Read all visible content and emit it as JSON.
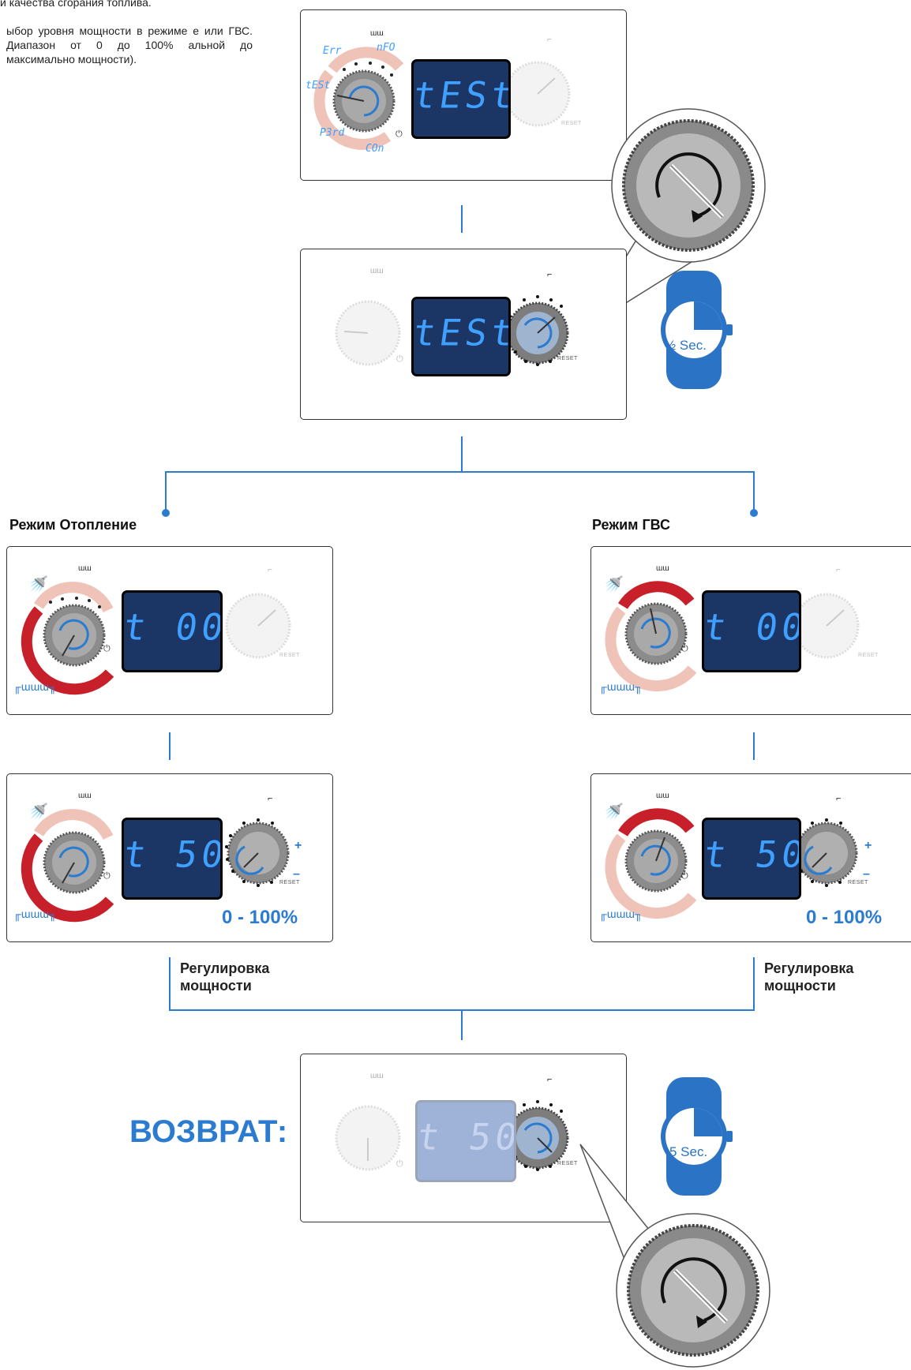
{
  "intro": {
    "line1": "и качества сгорания топлива.",
    "line2": "ыбор уровня мощности в режиме е или ГВС. Диапазон от 0 до 100% альной до максимально мощности)."
  },
  "top_panel": {
    "display": "tESt",
    "knob_labels": {
      "err": "Err",
      "info": "nFO",
      "test": "tESt",
      "pard": "P3rd",
      "con": "COn"
    },
    "reset_label": "RESET"
  },
  "second_panel": {
    "display": "tESt",
    "reset_label": "RESET"
  },
  "timer_half": {
    "label": "½ Sec."
  },
  "timer_five": {
    "label": "5 Sec."
  },
  "heating": {
    "title": "Режим Отопление",
    "mode_display": "t 00",
    "adjust_display": "t 50",
    "range": "0 - 100%",
    "adjust_label_1": "Регулировка",
    "adjust_label_2": "мощности"
  },
  "dhw": {
    "title": "Режим ГВС",
    "mode_display": "t 00",
    "adjust_display": "t 50",
    "range": "0 - 100%",
    "adjust_label_1": "Регулировка",
    "adjust_label_2": "мощности"
  },
  "return_step": {
    "label": "ВОЗВРАТ:",
    "display": "t 50",
    "reset_label": "RESET"
  },
  "knob_signs": {
    "plus": "+",
    "minus": "–"
  },
  "colors": {
    "accent": "#2b7bd0",
    "lcd_bg": "#1b3564",
    "lcd_text": "#3fa0ff",
    "ring_red": "#c8202a",
    "ring_pink": "#efc3b8",
    "timer_blue": "#2a73c5"
  }
}
